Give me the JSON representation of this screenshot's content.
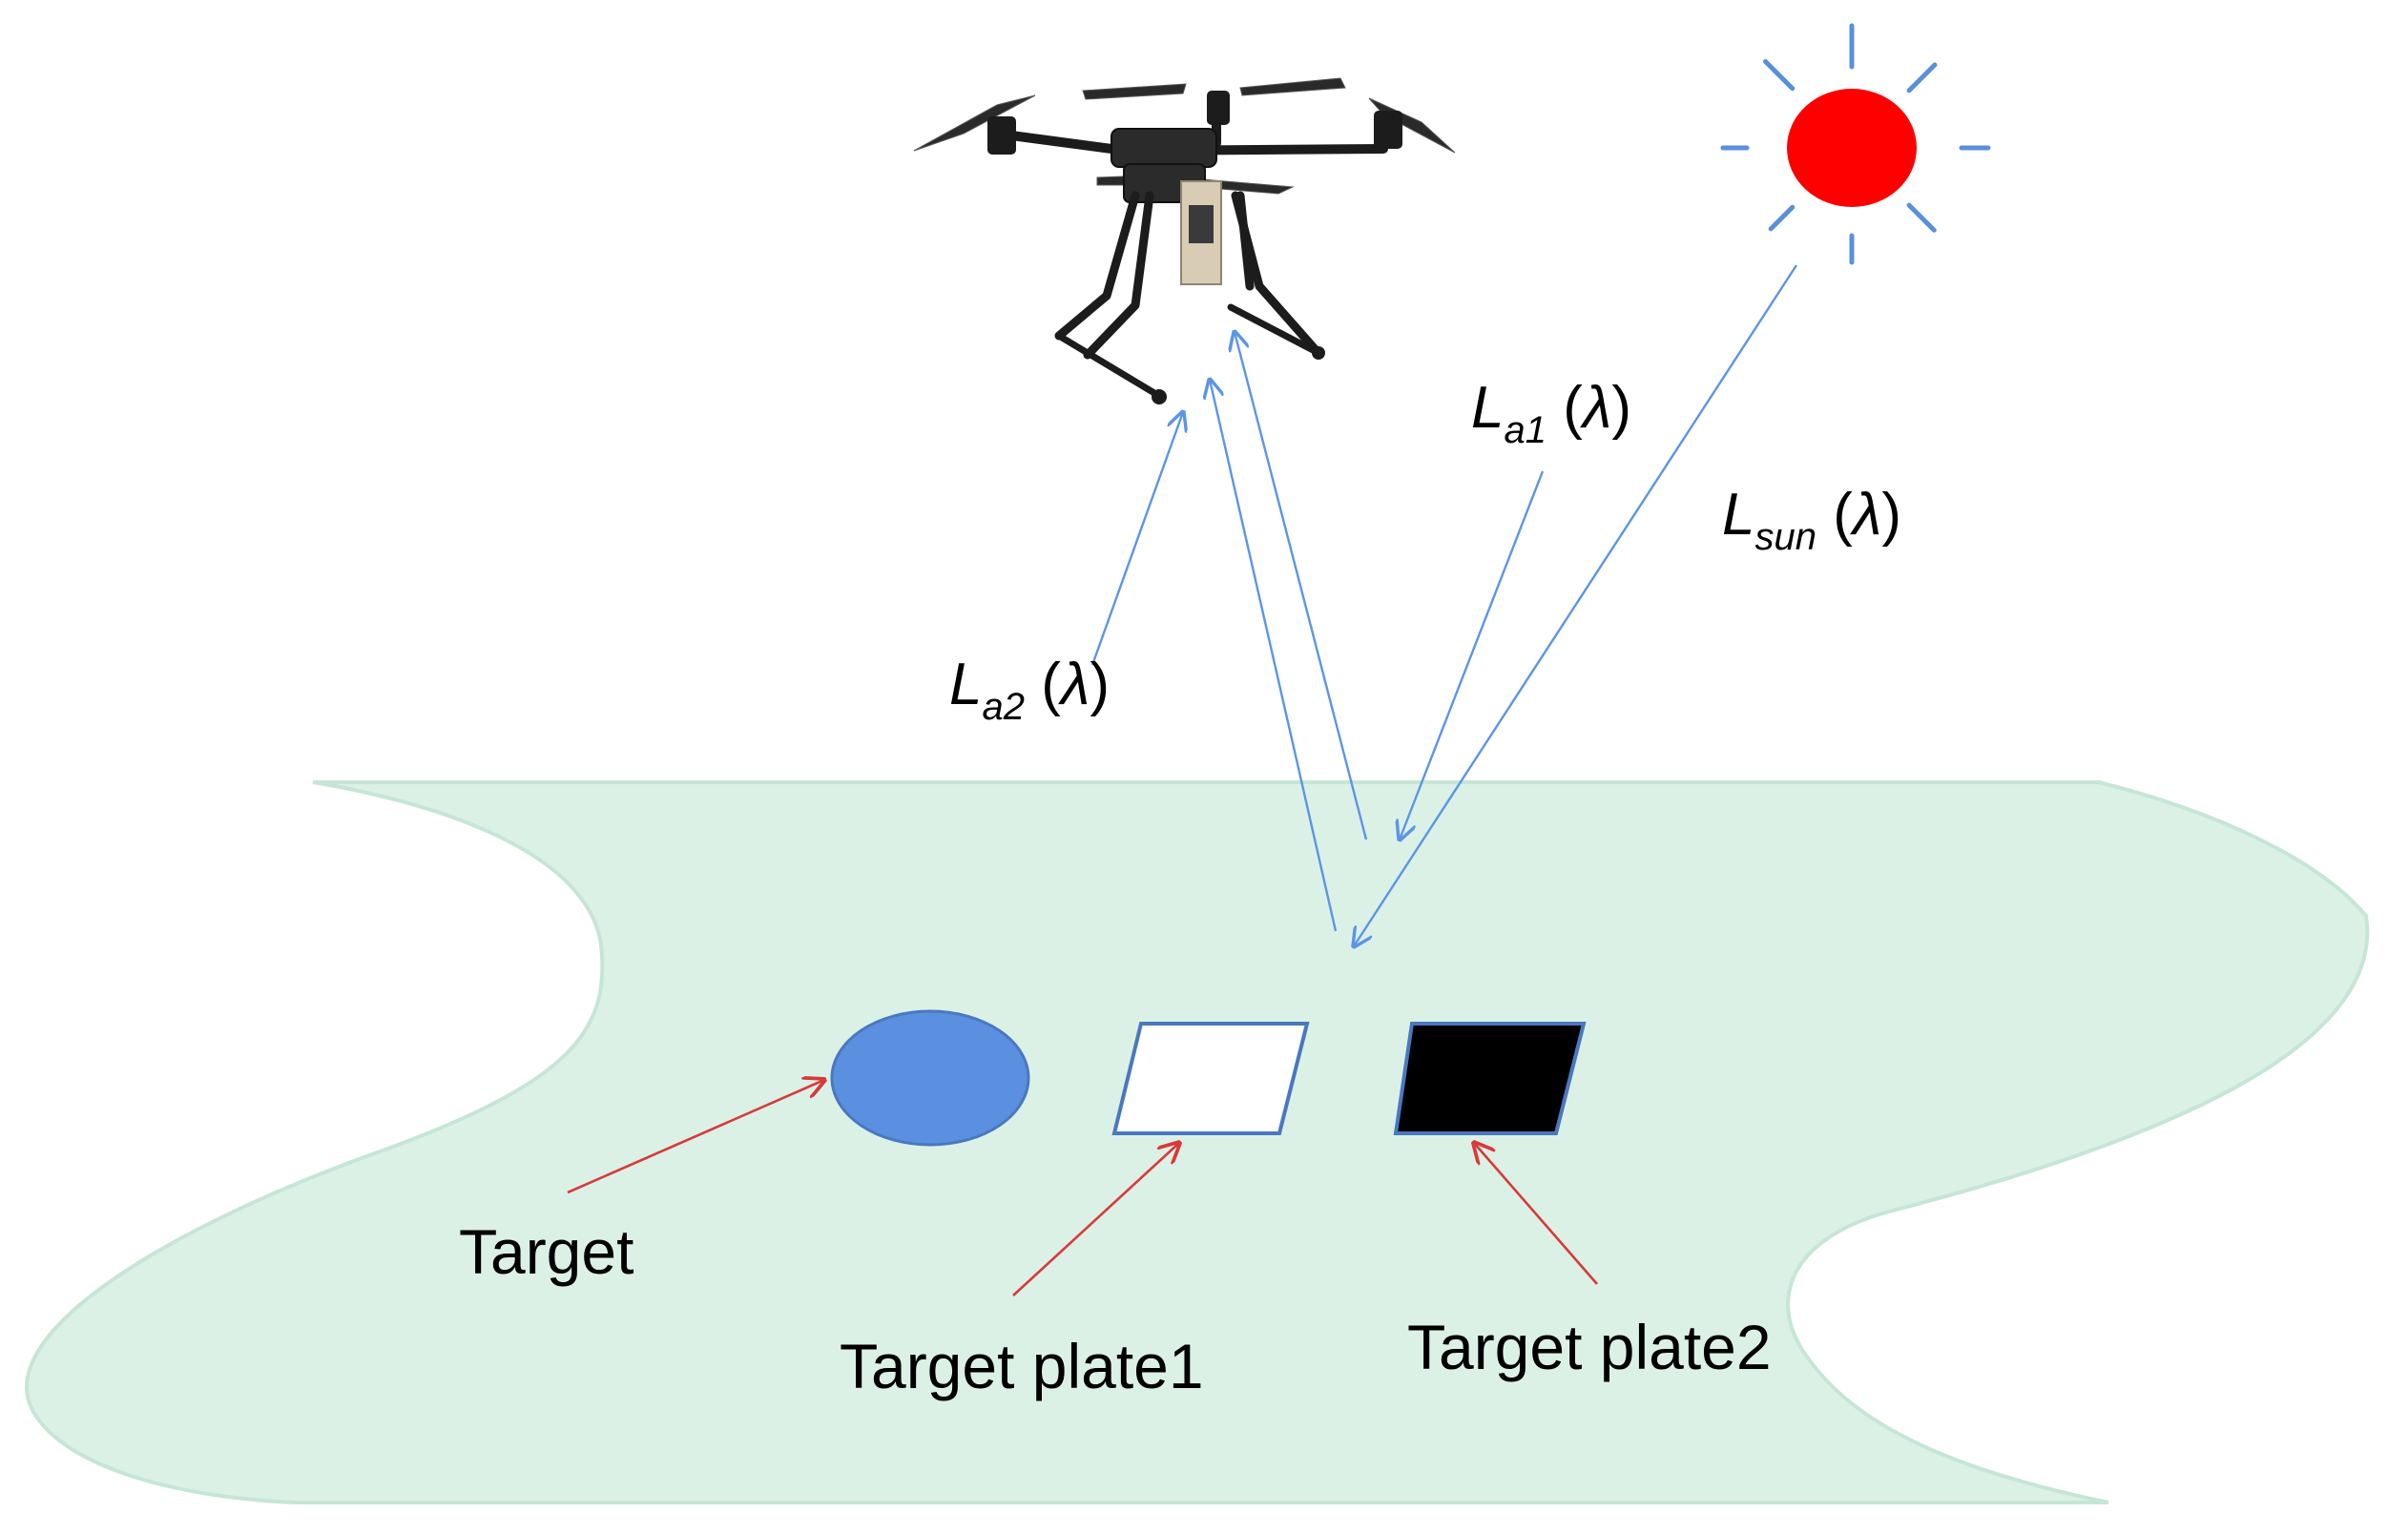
{
  "colors": {
    "ground_fill": "#dbf1e6",
    "ground_stroke": "#c6e6d5",
    "sun": "#ff0000",
    "sun_rays": "#5b8fdb",
    "light_path": "#5b95e6",
    "pointer": "#d9393b",
    "target": "#5b8fe0",
    "target_stroke": "#4a78c0",
    "plate1_fill": "#ffffff",
    "plate2_fill": "#000000",
    "plate_stroke": "#4a78c0",
    "drone": "#1c1c1c"
  },
  "labels": {
    "la1": {
      "main": "L",
      "sub": "a1",
      "paren_open": " (",
      "lambda": "λ",
      "paren_close": ")"
    },
    "la2": {
      "main": "L",
      "sub": "a2",
      "paren_open": " (",
      "lambda": "λ",
      "paren_close": ")"
    },
    "lsun": {
      "main": "L",
      "sub": "sun",
      "paren_open": " (",
      "lambda": "λ",
      "paren_close": ")"
    },
    "target": "Target",
    "target_plate1": "Target plate1",
    "target_plate2": "Target plate2"
  },
  "icons": {
    "drone": "drone-icon",
    "sun": "sun-icon"
  }
}
